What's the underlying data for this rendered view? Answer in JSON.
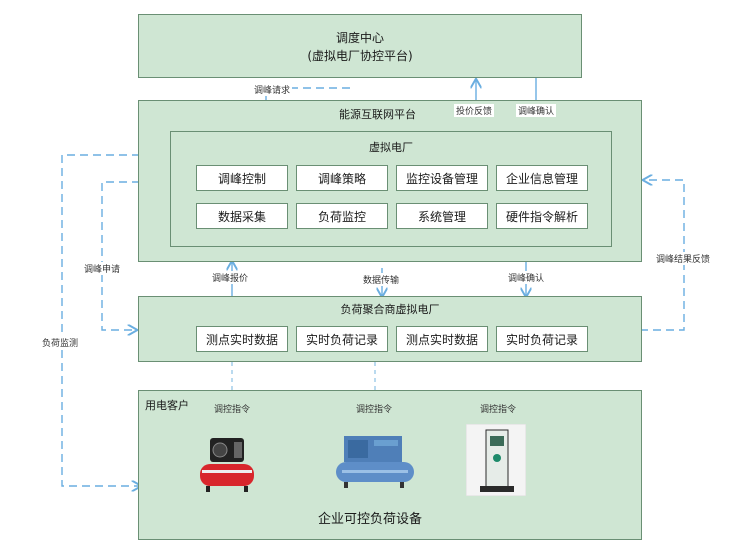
{
  "dispatch_center": {
    "title": "调度中心",
    "subtitle": "(虚拟电厂协控平台)"
  },
  "energy_platform": {
    "title": "能源互联网平台"
  },
  "vpp": {
    "title": "虚拟电厂",
    "modules": [
      "调峰控制",
      "调峰策略",
      "监控设备管理",
      "企业信息管理",
      "数据采集",
      "负荷监控",
      "系统管理",
      "硬件指令解析"
    ]
  },
  "aggregator": {
    "title": "负荷聚合商虚拟电厂",
    "modules": [
      "测点实时数据",
      "实时负荷记录",
      "测点实时数据",
      "实时负荷记录"
    ]
  },
  "customer": {
    "title": "用电客户",
    "caption": "企业可控负荷设备"
  },
  "labels": {
    "peak_request": "调峰请求",
    "bid_feedback": "投价反馈",
    "peak_confirm_top": "调峰确认",
    "peak_bid": "调峰报价",
    "data_transfer": "数据传输",
    "peak_confirm_mid": "调峰确认",
    "peak_apply": "调峰申请",
    "load_monitor": "负荷监测",
    "peak_result_feedback": "调峰结果反馈",
    "ctrl_cmd_1": "调控指令",
    "ctrl_cmd_2": "调控指令",
    "ctrl_cmd_3": "调控指令"
  },
  "colors": {
    "panel": "#cfe6d3",
    "border": "#6a8f74",
    "arrow": "#6aaee0"
  },
  "icons": [
    "air-compressor-icon",
    "industrial-compressor-icon",
    "charging-pile-icon"
  ]
}
